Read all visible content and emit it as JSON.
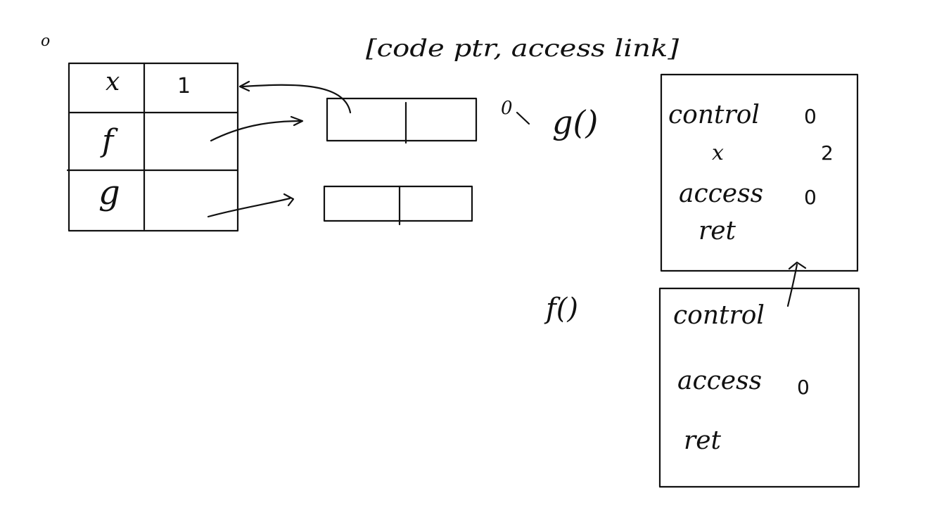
{
  "origin_label": "o",
  "closure_caption": "[code ptr, access link]",
  "global_table": {
    "rows": [
      {
        "name": "x",
        "value": "1"
      },
      {
        "name": "f",
        "value": ""
      },
      {
        "name": "g",
        "value": ""
      }
    ]
  },
  "closure_marker": "0",
  "frames": [
    {
      "call_label": "g()",
      "fields": [
        {
          "name": "control",
          "value": "0"
        },
        {
          "name": "x",
          "value": "2"
        },
        {
          "name": "access",
          "value": "0"
        },
        {
          "name": "ret",
          "value": ""
        }
      ]
    },
    {
      "call_label": "f()",
      "fields": [
        {
          "name": "control",
          "value": ""
        },
        {
          "name": "access",
          "value": "0"
        },
        {
          "name": "ret",
          "value": ""
        }
      ]
    }
  ]
}
